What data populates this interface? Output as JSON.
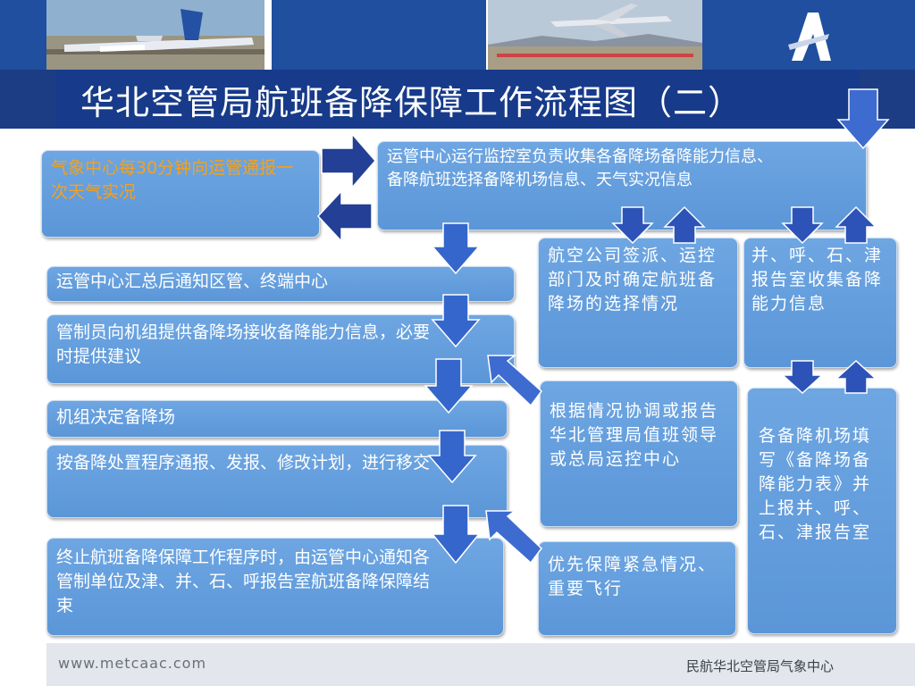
{
  "title": "华北空管局航班备降保障工作流程图（二）",
  "header": {
    "logo_letter": "A"
  },
  "boxes": {
    "weather": "气象中心每30分钟向运管通报一次天气实况",
    "monitor": "运管中心运行监控室负责收集各备降场备降能力信息、备降航班选择备降机场信息、天气实况信息",
    "notify": "运管中心汇总后通知区管、终端中心",
    "controller": "管制员向机组提供备降场接收备降能力信息，必要时提供建议",
    "crew": "机组决定备降场",
    "procedure": "按备降处置程序通报、发报、修改计划，进行移交",
    "terminate": "终止航班备降保障工作程序时，由运管中心通知各管制单位及津、并、石、呼报告室航班备降保障结束",
    "airline": "航空公司签派、运控部门及时确定航班备降场的选择情况",
    "report_room": "并、呼、石、津报告室收集备降能力信息",
    "coordinate": "根据情况协调或报告华北管理局值班领导或总局运控中心",
    "airports": "各备降机场填写《备降场备降能力表》并上报并、呼、石、津报告室",
    "priority": "优先保障紧急情况、重要飞行"
  },
  "footer": {
    "url": "www.metcaac.com",
    "org": "民航华北空管局气象中心"
  },
  "colors": {
    "box_fill": "#5f9ad9",
    "title_bar": "#173a8a",
    "arrow_fill": "#2a52b8",
    "weather_text": "#f4a11d"
  }
}
